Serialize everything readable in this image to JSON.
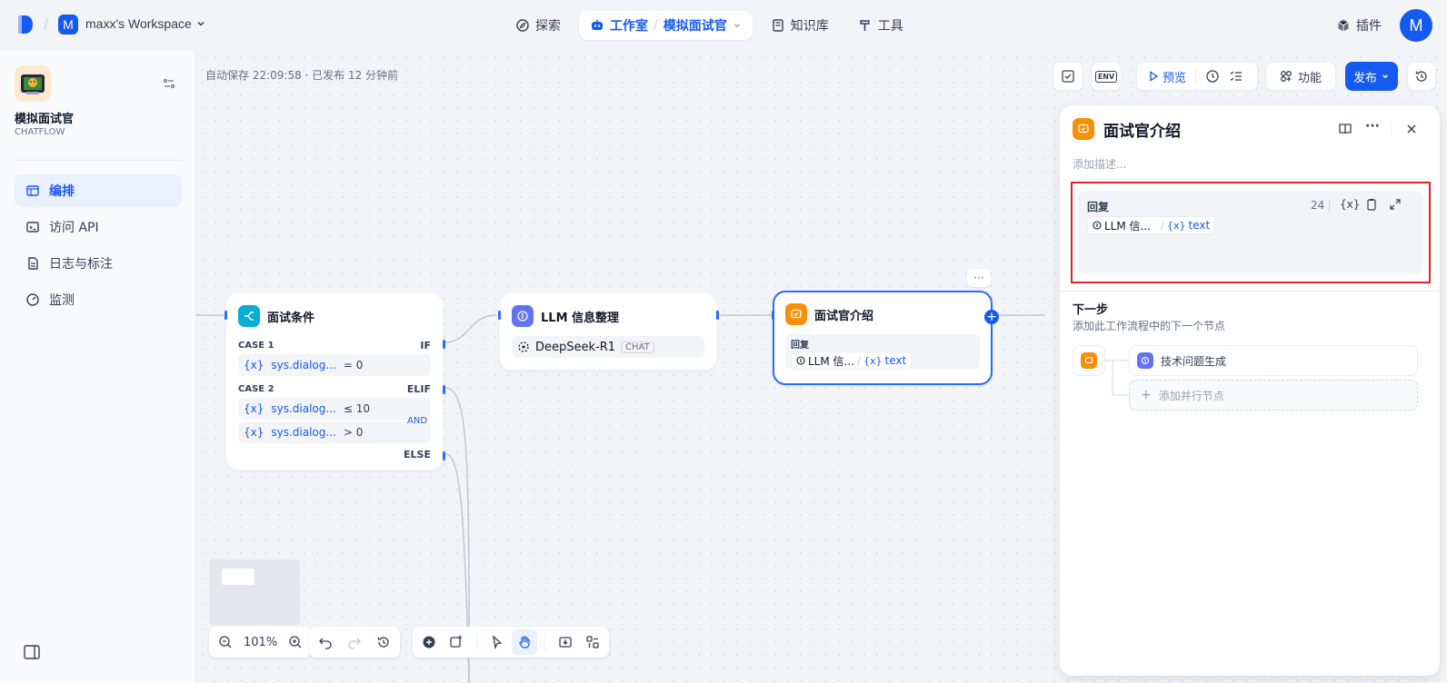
{
  "topbar": {
    "workspace_badge": "M",
    "workspace_name": "maxx's Workspace",
    "nav": {
      "explore": "探索",
      "studio": "工作室",
      "app_current": "模拟面试官",
      "knowledge": "知识库",
      "tools": "工具"
    },
    "plugins": "插件",
    "avatar_letter": "M"
  },
  "sidebar": {
    "app_name": "模拟面试官",
    "app_type": "CHATFLOW",
    "items": [
      {
        "label": "编排",
        "icon": "layout-icon",
        "active": true
      },
      {
        "label": "访问 API",
        "icon": "terminal-icon",
        "active": false
      },
      {
        "label": "日志与标注",
        "icon": "file-icon",
        "active": false
      },
      {
        "label": "监测",
        "icon": "gauge-icon",
        "active": false
      }
    ]
  },
  "canvas": {
    "autosave": "自动保存 22:09:58 · 已发布 12 分钟前",
    "toolbar": {
      "env": "ENV",
      "preview": "预览",
      "features": "功能",
      "publish": "发布"
    },
    "zoom": "101%"
  },
  "nodes": {
    "condition": {
      "title": "面试条件",
      "case1_label": "CASE 1",
      "if_label": "IF",
      "case1_var": "sys.dialog...",
      "case1_op": "= 0",
      "case2_label": "CASE 2",
      "elif_label": "ELIF",
      "case2_var1": "sys.dialog...",
      "case2_op1": "≤ 10",
      "and_label": "AND",
      "case2_var2": "sys.dialog...",
      "case2_op2": "> 0",
      "else_label": "ELSE"
    },
    "llm": {
      "title": "LLM 信息整理",
      "model": "DeepSeek-R1",
      "model_tag": "CHAT"
    },
    "answer": {
      "title": "面试官介绍",
      "reply_label": "回复",
      "ref_node": "LLM 信...",
      "ref_var": "text"
    }
  },
  "panel": {
    "title": "面试官介绍",
    "desc_placeholder": "添加描述...",
    "reply_label": "回复",
    "reply_count": "24",
    "ref_node": "LLM 信...",
    "ref_var": "text",
    "next_title": "下一步",
    "next_desc": "添加此工作流程中的下一个节点",
    "next_node": "技术问题生成",
    "add_parallel": "添加并行节点"
  },
  "colors": {
    "accent": "#155aef",
    "teal": "#06aed4",
    "indigo": "#6172f3",
    "orange": "#f79009",
    "highlight_red": "#e02424"
  }
}
